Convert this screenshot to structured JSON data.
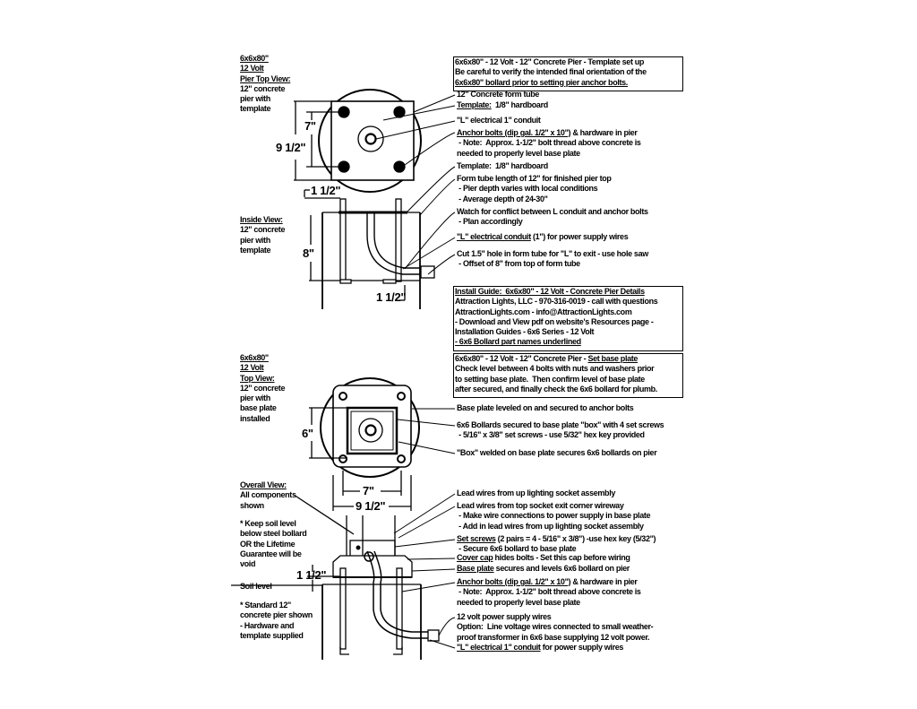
{
  "left_labels": [
    {
      "lines": [
        [
          {
            "t": "6x6x80\"",
            "u": true
          }
        ],
        [
          {
            "t": "12 Volt",
            "u": true
          }
        ],
        [
          {
            "t": "Pier Top View:",
            "u": true
          }
        ],
        [
          {
            "t": "12\" concrete"
          }
        ],
        [
          {
            "t": "pier with"
          }
        ],
        [
          {
            "t": "template"
          }
        ]
      ]
    },
    {
      "lines": [
        [
          {
            "t": "Inside View:",
            "u": true
          }
        ],
        [
          {
            "t": "12\" concrete"
          }
        ],
        [
          {
            "t": "pier with"
          }
        ],
        [
          {
            "t": "template"
          }
        ]
      ]
    },
    {
      "lines": [
        [
          {
            "t": "6x6x80\"",
            "u": true
          }
        ],
        [
          {
            "t": "12 Volt",
            "u": true
          }
        ],
        [
          {
            "t": "Top View:",
            "u": true
          }
        ],
        [
          {
            "t": "12\" concrete"
          }
        ],
        [
          {
            "t": "pier with"
          }
        ],
        [
          {
            "t": "base plate"
          }
        ],
        [
          {
            "t": "installed"
          }
        ]
      ]
    },
    {
      "lines": [
        [
          {
            "t": "Overall View:",
            "u": true
          }
        ],
        [
          {
            "t": "All components"
          }
        ],
        [
          {
            "t": "shown"
          }
        ]
      ]
    },
    {
      "lines": [
        [
          {
            "t": "* Keep soil level"
          }
        ],
        [
          {
            "t": "below steel bollard"
          }
        ],
        [
          {
            "t": "OR the Lifetime"
          }
        ],
        [
          {
            "t": "Guarantee will be"
          }
        ],
        [
          {
            "t": "void"
          }
        ]
      ]
    },
    {
      "lines": [
        [
          {
            "t": "Soil level"
          }
        ]
      ]
    },
    {
      "lines": [
        [
          {
            "t": "* Standard 12\""
          }
        ],
        [
          {
            "t": "concrete pier shown"
          }
        ],
        [
          {
            "t": "- Hardware and"
          }
        ],
        [
          {
            "t": "template supplied"
          }
        ]
      ]
    }
  ],
  "boxes": [
    {
      "lines": [
        [
          {
            "t": "6x6x80\" - 12 Volt - 12\" Concrete Pier - Template set up",
            "b": true
          }
        ],
        [
          {
            "t": "Be careful to verify the intended final orientation of the"
          }
        ],
        [
          {
            "t": "6x6x80\" bollard prior to setting pier anchor bolts.",
            "u": true
          }
        ]
      ]
    },
    {
      "lines": [
        [
          {
            "t": "Install Guide:  6x6x80\" - 12 Volt - Concrete Pier Details",
            "b": true,
            "u": true
          }
        ],
        [
          {
            "t": "Attraction Lights, LLC - 970-316-0019 - call with questions"
          }
        ],
        [
          {
            "t": "AttractionLights.com - info@AttractionLights.com"
          }
        ],
        [
          {
            "t": "- Download and View pdf on website's Resources page -"
          }
        ],
        [
          {
            "t": "Installation Guides - 6x6 Series - 12 Volt"
          }
        ],
        [
          {
            "t": "- 6x6 Bollard part names underlined",
            "u": true
          }
        ]
      ]
    },
    {
      "lines": [
        [
          {
            "t": "6x6x80\" - 12 Volt - 12\" Concrete Pier - ",
            "b": true
          },
          {
            "t": "Set base plate",
            "b": true,
            "u": true
          }
        ],
        [
          {
            "t": "Check level between 4 bolts with nuts and washers prior"
          }
        ],
        [
          {
            "t": "to setting base plate.  Then confirm level of base plate"
          }
        ],
        [
          {
            "t": "after secured, and finally check the 6x6 bollard for plumb."
          }
        ]
      ]
    }
  ],
  "annotations": [
    {
      "lines": [
        [
          {
            "t": "12\" Concrete form tube"
          }
        ]
      ]
    },
    {
      "lines": [
        [
          {
            "t": "Template:",
            "u": true
          },
          {
            "t": "  1/8\" hardboard"
          }
        ]
      ]
    },
    {
      "lines": [
        [
          {
            "t": "\"L\" electrical 1\" conduit"
          }
        ]
      ]
    },
    {
      "lines": [
        [
          {
            "t": "Anchor bolts (dip gal. 1/2\" x 10\")",
            "u": true
          },
          {
            "t": " & hardware in pier"
          }
        ],
        [
          {
            "t": " - Note:  Approx. 1-1/2\" bolt thread above concrete is"
          }
        ],
        [
          {
            "t": "needed to properly level base plate"
          }
        ]
      ]
    },
    {
      "lines": [
        [
          {
            "t": "Template:  1/8\" hardboard"
          }
        ]
      ]
    },
    {
      "lines": [
        [
          {
            "t": "Form tube length of 12\" for finished pier top"
          }
        ],
        [
          {
            "t": " - Pier depth varies with local conditions"
          }
        ],
        [
          {
            "t": " - Average depth of 24-30\""
          }
        ]
      ]
    },
    {
      "lines": [
        [
          {
            "t": "Watch for conflict between "
          },
          {
            "t": "L",
            "b": true
          },
          {
            "t": " conduit and anchor bolts"
          }
        ],
        [
          {
            "t": " - Plan accordingly"
          }
        ]
      ]
    },
    {
      "lines": [
        [
          {
            "t": "\"L\" electrical conduit",
            "u": true
          },
          {
            "t": " (1\") for power supply wires"
          }
        ]
      ]
    },
    {
      "lines": [
        [
          {
            "t": "Cut 1.5\" hole in form tube for \"L\" to exit - use hole saw"
          }
        ],
        [
          {
            "t": " - Offset of 8\" from top of form tube"
          }
        ]
      ]
    },
    {
      "lines": [
        [
          {
            "t": "Base plate leveled on and secured to anchor bolts"
          }
        ]
      ]
    },
    {
      "lines": [
        [
          {
            "t": "6x6 Bollards secured to base plate \"box\" with 4 set screws"
          }
        ],
        [
          {
            "t": " - 5/16\" x 3/8\" set screws - use 5/32\" hex key provided"
          }
        ]
      ]
    },
    {
      "lines": [
        [
          {
            "t": "\"Box\" welded on base plate secures 6x6 bollards on pier"
          }
        ]
      ]
    },
    {
      "lines": [
        [
          {
            "t": "Lead wires from up lighting socket assembly"
          }
        ]
      ]
    },
    {
      "lines": [
        [
          {
            "t": "Lead wires from top socket exit corner wireway"
          }
        ],
        [
          {
            "t": " - Make wire connections to power supply in base plate"
          }
        ],
        [
          {
            "t": " - Add in lead wires from up lighting socket assembly"
          }
        ]
      ]
    },
    {
      "lines": [
        [
          {
            "t": "Set screws",
            "u": true
          },
          {
            "t": " (2 pairs = 4 - 5/16\" x 3/8\") -use hex key (5/32\")"
          }
        ],
        [
          {
            "t": " - Secure 6x6 bollard to base plate"
          }
        ]
      ]
    },
    {
      "lines": [
        [
          {
            "t": "Cover cap",
            "u": true
          },
          {
            "t": " hides bolts - "
          },
          {
            "t": "Set this cap before wiring",
            "b": true
          }
        ]
      ]
    },
    {
      "lines": [
        [
          {
            "t": "Base plate",
            "u": true
          },
          {
            "t": " secures and levels 6x6 bollard on pier"
          }
        ]
      ]
    },
    {
      "lines": [
        [
          {
            "t": "Anchor bolts (dip gal. 1/2\" x 10\")",
            "u": true
          },
          {
            "t": " & hardware in pier"
          }
        ],
        [
          {
            "t": " - Note:  Approx. 1-1/2\" bolt thread above concrete is"
          }
        ],
        [
          {
            "t": "needed to properly level base plate"
          }
        ]
      ]
    },
    {
      "lines": [
        [
          {
            "t": "12 volt power supply wires"
          }
        ],
        [
          {
            "t": "Option:",
            "b": true
          },
          {
            "t": "  Line voltage wires connected to small weather-"
          }
        ],
        [
          {
            "t": "proof transformer in 6x6 base supplying 12 volt power."
          }
        ],
        [
          {
            "t": "\"L\" electrical 1\" conduit",
            "u": true
          },
          {
            "t": " for power supply wires"
          }
        ]
      ]
    }
  ],
  "dimensions": {
    "top_bolt_spacing": "7\"",
    "top_template_width": "9 1/2\"",
    "inside_bolt_exposed": "1 1/2\"",
    "inside_conduit_offset": "8\"",
    "inside_conduit_hole": "1 1/2\"",
    "base_box": "6\"",
    "base_bolt_spacing": "7\"",
    "base_plate_width": "9 1/2\"",
    "overall_exposed": "1 1/2\""
  }
}
